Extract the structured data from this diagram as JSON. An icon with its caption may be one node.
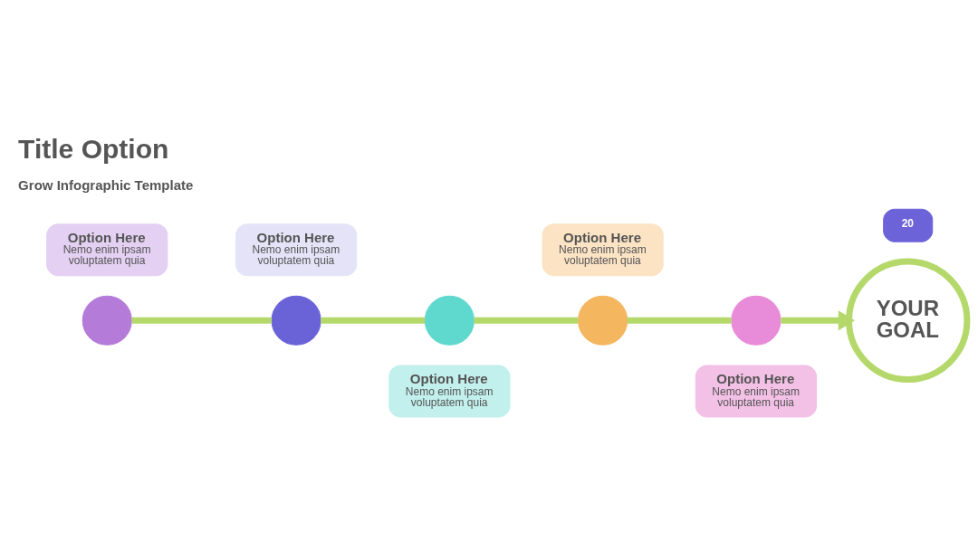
{
  "diagram": {
    "title": "Title Option",
    "nodes": [
      {
        "text": [
          "20"
        ]
      },
      {
        "text": [],
        "shape": "circle"
      },
      {
        "text": [
          "Option Here",
          "Nemo enim ipsam voluptatem quia"
        ]
      },
      {
        "text": [],
        "shape": "circle"
      },
      {
        "text": [
          "Option Here",
          "Nemo enim ipsam voluptatem quia"
        ]
      },
      {
        "text": [],
        "shape": "circle"
      },
      {
        "text": [
          "Option Here",
          "Nemo enim ipsam voluptatem quia"
        ]
      },
      {
        "text": [],
        "shape": "circle"
      },
      {
        "text": [
          "Option Here",
          "Nemo enim ipsam voluptatem quia"
        ]
      },
      {
        "text": [],
        "shape": "circle"
      },
      {
        "text": [
          "Option Here",
          "Nemo enim ipsam voluptatem quia"
        ]
      },
      {
        "text": [
          "YOUR GOAL"
        ]
      }
    ],
    "edges": [
      {
        "from": 1,
        "to": 3,
        "arrow": "none"
      },
      {
        "from": 3,
        "to": 5,
        "arrow": "none"
      },
      {
        "from": 5,
        "to": 7,
        "arrow": "none"
      },
      {
        "from": 7,
        "to": 9,
        "arrow": "none"
      },
      {
        "from": 9,
        "to": 11,
        "arrow": "to"
      }
    ],
    "labels": [
      "Grow Infographic Template"
    ]
  }
}
